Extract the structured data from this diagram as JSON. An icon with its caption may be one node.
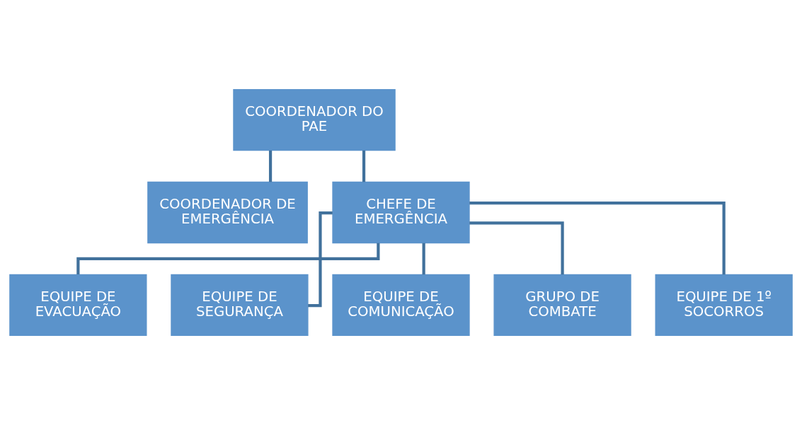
{
  "diagram": {
    "nodes": [
      {
        "text": [
          "COORDENADOR DO PAE"
        ]
      },
      {
        "text": [
          "COORDENADOR DE EMERGÊNCIA"
        ]
      },
      {
        "text": [
          "CHEFE DE EMERGÊNCIA"
        ]
      },
      {
        "text": [
          "EQUIPE DE EVACUAÇÃO"
        ]
      },
      {
        "text": [
          "EQUIPE DE SEGURANÇA"
        ]
      },
      {
        "text": [
          "EQUIPE DE COMUNICAÇÃO"
        ]
      },
      {
        "text": [
          "GRUPO DE COMBATE"
        ]
      },
      {
        "text": [
          "EQUIPE DE 1º SOCORROS"
        ]
      }
    ],
    "edges": [
      {
        "from": 0,
        "to": 1,
        "arrow": "none"
      },
      {
        "from": 0,
        "to": 2,
        "arrow": "none"
      },
      {
        "from": 2,
        "to": 3,
        "arrow": "none"
      },
      {
        "from": 2,
        "to": 4,
        "arrow": "none"
      },
      {
        "from": 2,
        "to": 5,
        "arrow": "none"
      },
      {
        "from": 2,
        "to": 6,
        "arrow": "none"
      },
      {
        "from": 2,
        "to": 7,
        "arrow": "none"
      }
    ]
  }
}
